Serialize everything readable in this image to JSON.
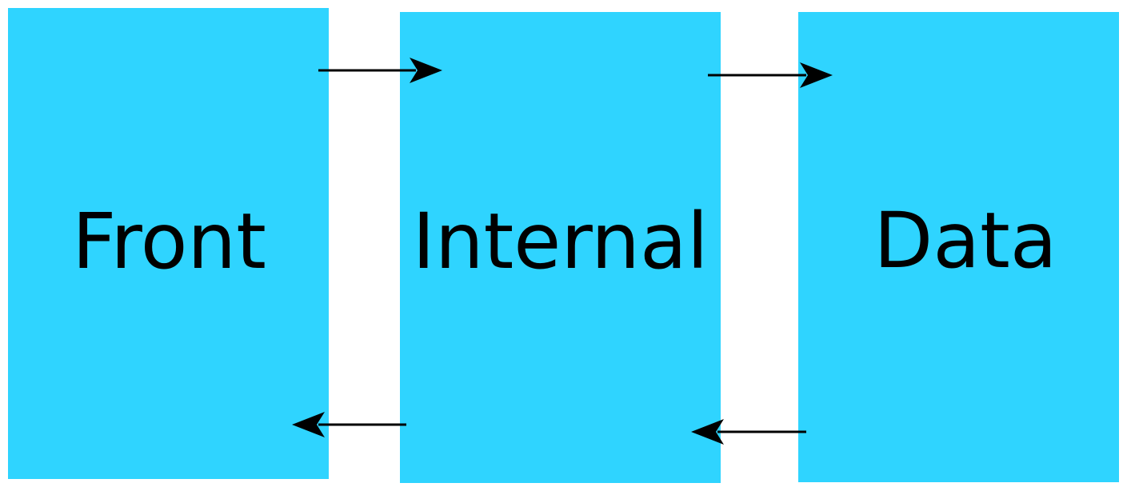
{
  "colors": {
    "block_fill": "#2fd4ff",
    "text": "#000000",
    "arrow": "#000000",
    "background": "#ffffff"
  },
  "blocks": {
    "front": {
      "label": "Front"
    },
    "internal": {
      "label": "Internal"
    },
    "data": {
      "label": "Data"
    }
  }
}
